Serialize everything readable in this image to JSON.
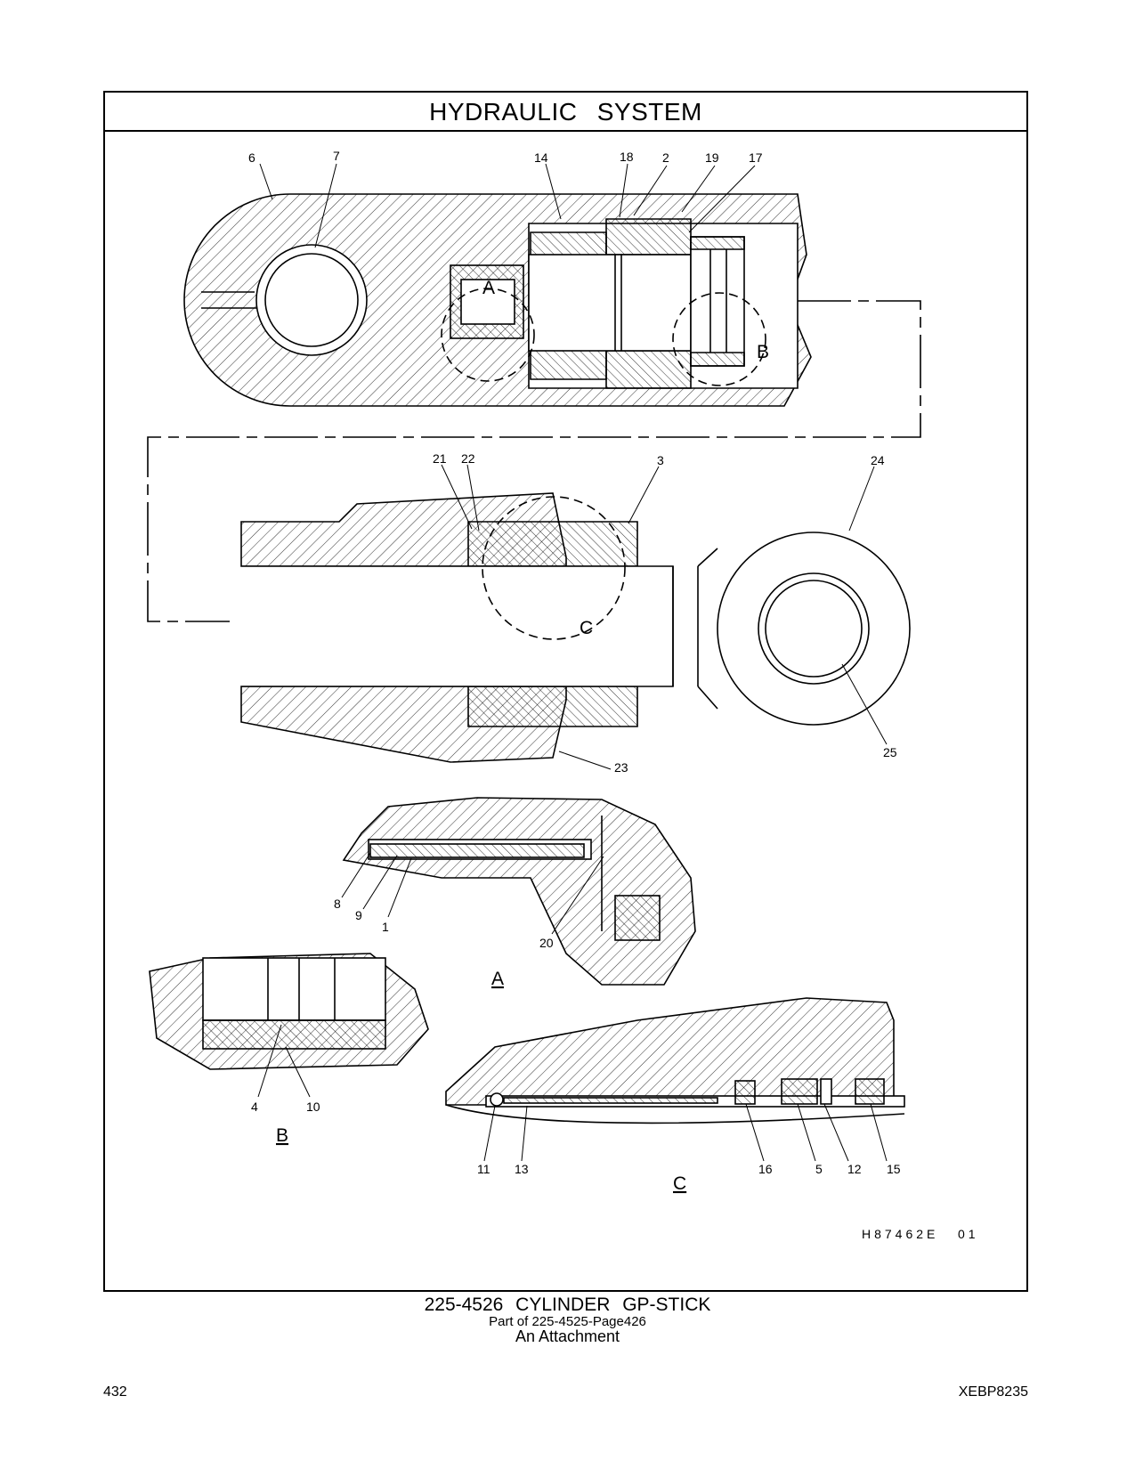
{
  "title": "HYDRAULIC SYSTEM",
  "drawing_code": "H87462E",
  "drawing_rev": "01",
  "views": [
    "A",
    "B",
    "C"
  ],
  "part_callouts": {
    "top_section": [
      "6",
      "7",
      "14",
      "18",
      "2",
      "19",
      "17"
    ],
    "middle_section": [
      "21",
      "22",
      "3",
      "24",
      "23",
      "25"
    ],
    "detail_a": [
      "8",
      "9",
      "1",
      "20"
    ],
    "detail_b": [
      "4",
      "10"
    ],
    "detail_c": [
      "11",
      "13",
      "16",
      "5",
      "12",
      "15"
    ]
  },
  "caption": {
    "main": "225-4526 CYLINDER GP-STICK",
    "sub": "Part of 225-4525-Page426",
    "note": "An Attachment"
  },
  "footer": {
    "page_number": "432",
    "doc_code": "XEBP8235"
  }
}
